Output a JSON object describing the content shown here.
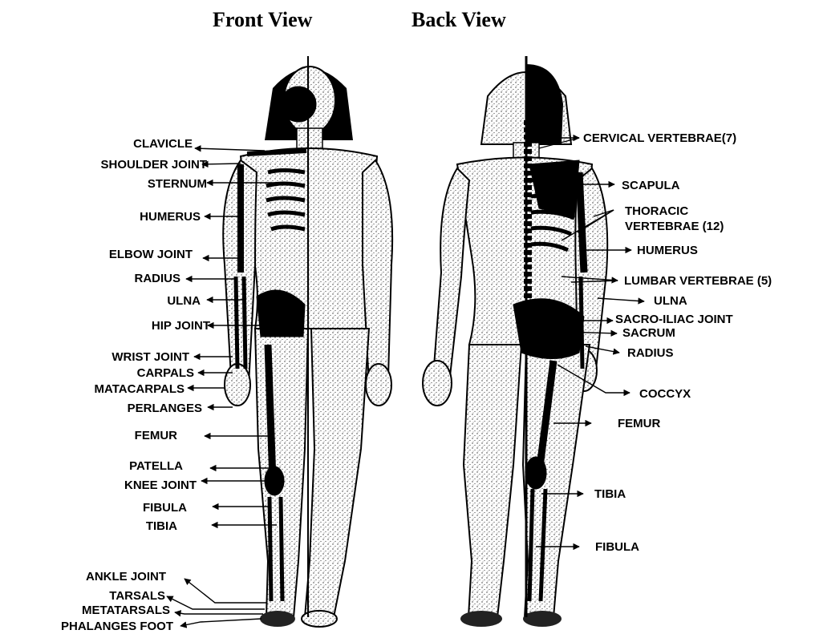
{
  "titles": {
    "front": "Front View",
    "back": "Back View"
  },
  "colors": {
    "ink": "#000000",
    "paper": "#ffffff",
    "shade": "#555555"
  },
  "front_labels": [
    "CLAVICLE",
    "SHOULDER JOINT",
    "STERNUM",
    "HUMERUS",
    "ELBOW JOINT",
    "RADIUS",
    "ULNA",
    "HIP JOINT",
    "WRIST JOINT",
    "CARPALS",
    "MATACARPALS",
    "PERLANGES",
    "FEMUR",
    "PATELLA",
    "KNEE JOINT",
    "FIBULA",
    "TIBIA",
    "ANKLE JOINT",
    "TARSALS",
    "METATARSALS",
    "PHALANGES FOOT"
  ],
  "back_labels": [
    "CERVICAL VERTEBRAE(7)",
    "SCAPULA",
    "THORACIC",
    "VERTEBRAE (12)",
    "HUMERUS",
    "LUMBAR VERTEBRAE (5)",
    "ULNA",
    "SACRO-ILIAC JOINT",
    "SACRUM",
    "RADIUS",
    "COCCYX",
    "FEMUR",
    "TIBIA",
    "FIBULA"
  ]
}
